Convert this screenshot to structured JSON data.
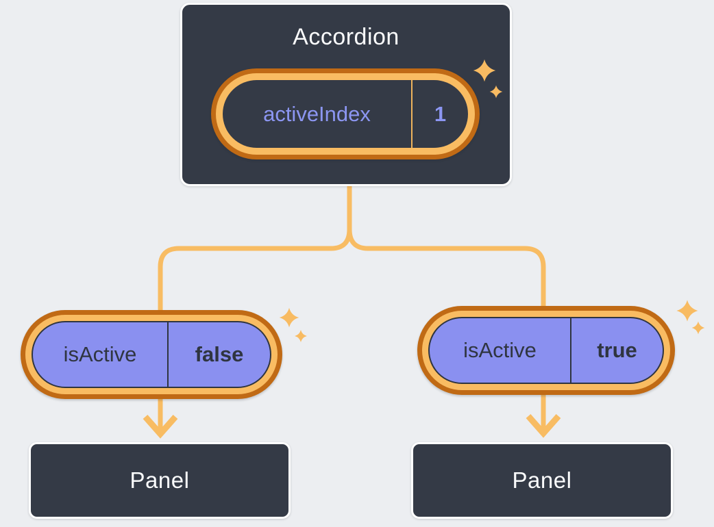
{
  "colors": {
    "background": "#ECEEF1",
    "card": "#343A46",
    "card_border": "#FFFFFF",
    "orange_deep": "#C06A15",
    "orange_light": "#F9BC62",
    "line_orange": "#F8BC63",
    "purple_fill": "#8A90F0",
    "purple_text": "#8C96F2",
    "dark_text": "#2F3540",
    "white_text": "#FAFBFC",
    "sparkle": "#F8BB62",
    "pill_divider_orange": "#F0B45C"
  },
  "accordion": {
    "title": "Accordion",
    "state": {
      "name": "activeIndex",
      "value": "1"
    }
  },
  "left_branch": {
    "prop": {
      "name": "isActive",
      "value": "false"
    },
    "panel_label": "Panel"
  },
  "right_branch": {
    "prop": {
      "name": "isActive",
      "value": "true"
    },
    "panel_label": "Panel"
  }
}
